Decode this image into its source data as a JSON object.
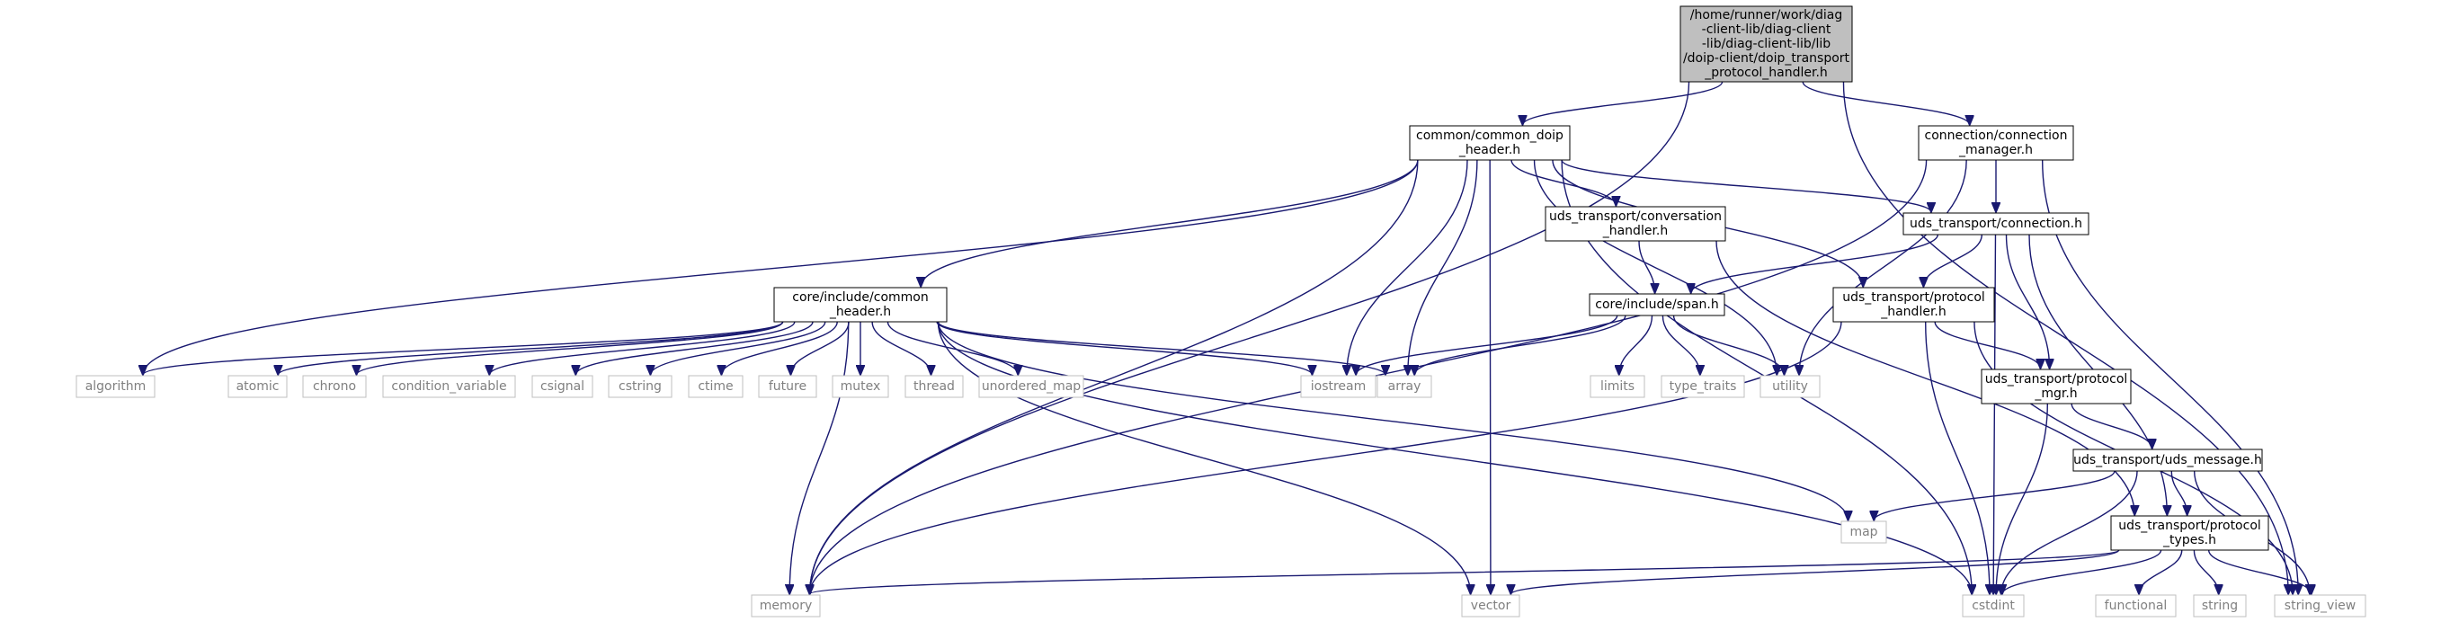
{
  "nodes": [
    {
      "id": "root",
      "lines": [
        "/home/runner/work/diag",
        "-client-lib/diag-client",
        "-lib/diag-client-lib/lib",
        "/doip-client/doip_transport",
        "_protocol_handler.h"
      ],
      "kind": "root"
    },
    {
      "id": "common_doip",
      "lines": [
        "common/common_doip",
        "_header.h"
      ],
      "kind": "local"
    },
    {
      "id": "conn_mgr",
      "lines": [
        "connection/connection",
        "_manager.h"
      ],
      "kind": "local"
    },
    {
      "id": "conversation",
      "lines": [
        "uds_transport/conversation",
        "_handler.h"
      ],
      "kind": "local"
    },
    {
      "id": "connection",
      "lines": [
        "uds_transport/connection.h"
      ],
      "kind": "local"
    },
    {
      "id": "core_common",
      "lines": [
        "core/include/common",
        "_header.h"
      ],
      "kind": "local"
    },
    {
      "id": "span",
      "lines": [
        "core/include/span.h"
      ],
      "kind": "local"
    },
    {
      "id": "proto_handler",
      "lines": [
        "uds_transport/protocol",
        "_handler.h"
      ],
      "kind": "local"
    },
    {
      "id": "proto_mgr",
      "lines": [
        "uds_transport/protocol",
        "_mgr.h"
      ],
      "kind": "local"
    },
    {
      "id": "uds_message",
      "lines": [
        "uds_transport/uds_message.h"
      ],
      "kind": "local"
    },
    {
      "id": "proto_types",
      "lines": [
        "uds_transport/protocol",
        "_types.h"
      ],
      "kind": "local"
    },
    {
      "id": "algorithm",
      "lines": [
        "algorithm"
      ],
      "kind": "system"
    },
    {
      "id": "atomic",
      "lines": [
        "atomic"
      ],
      "kind": "system"
    },
    {
      "id": "chrono",
      "lines": [
        "chrono"
      ],
      "kind": "system"
    },
    {
      "id": "condvar",
      "lines": [
        "condition_variable"
      ],
      "kind": "system"
    },
    {
      "id": "csignal",
      "lines": [
        "csignal"
      ],
      "kind": "system"
    },
    {
      "id": "cstring",
      "lines": [
        "cstring"
      ],
      "kind": "system"
    },
    {
      "id": "ctime",
      "lines": [
        "ctime"
      ],
      "kind": "system"
    },
    {
      "id": "future",
      "lines": [
        "future"
      ],
      "kind": "system"
    },
    {
      "id": "mutex",
      "lines": [
        "mutex"
      ],
      "kind": "system"
    },
    {
      "id": "thread",
      "lines": [
        "thread"
      ],
      "kind": "system"
    },
    {
      "id": "unordered_map",
      "lines": [
        "unordered_map"
      ],
      "kind": "system"
    },
    {
      "id": "iostream",
      "lines": [
        "iostream"
      ],
      "kind": "system"
    },
    {
      "id": "array",
      "lines": [
        "array"
      ],
      "kind": "system"
    },
    {
      "id": "limits",
      "lines": [
        "limits"
      ],
      "kind": "system"
    },
    {
      "id": "type_traits",
      "lines": [
        "type_traits"
      ],
      "kind": "system"
    },
    {
      "id": "utility",
      "lines": [
        "utility"
      ],
      "kind": "system"
    },
    {
      "id": "map",
      "lines": [
        "map"
      ],
      "kind": "system"
    },
    {
      "id": "memory",
      "lines": [
        "memory"
      ],
      "kind": "system"
    },
    {
      "id": "vector",
      "lines": [
        "vector"
      ],
      "kind": "system"
    },
    {
      "id": "cstdint",
      "lines": [
        "cstdint"
      ],
      "kind": "system"
    },
    {
      "id": "functional",
      "lines": [
        "functional"
      ],
      "kind": "system"
    },
    {
      "id": "string",
      "lines": [
        "string"
      ],
      "kind": "system"
    },
    {
      "id": "string_view",
      "lines": [
        "string_view"
      ],
      "kind": "system"
    }
  ],
  "edges": [
    [
      "root",
      "common_doip"
    ],
    [
      "root",
      "conn_mgr"
    ],
    [
      "root",
      "memory"
    ],
    [
      "root",
      "string_view"
    ],
    [
      "common_doip",
      "conversation"
    ],
    [
      "common_doip",
      "connection"
    ],
    [
      "common_doip",
      "proto_handler"
    ],
    [
      "common_doip",
      "core_common"
    ],
    [
      "common_doip",
      "algorithm"
    ],
    [
      "common_doip",
      "memory"
    ],
    [
      "common_doip",
      "iostream"
    ],
    [
      "common_doip",
      "array"
    ],
    [
      "common_doip",
      "vector"
    ],
    [
      "common_doip",
      "cstdint"
    ],
    [
      "common_doip",
      "utility"
    ],
    [
      "conn_mgr",
      "connection"
    ],
    [
      "conn_mgr",
      "utility"
    ],
    [
      "conn_mgr",
      "string_view"
    ],
    [
      "conn_mgr",
      "memory"
    ],
    [
      "conversation",
      "span"
    ],
    [
      "conversation",
      "proto_types"
    ],
    [
      "connection",
      "span"
    ],
    [
      "connection",
      "proto_handler"
    ],
    [
      "connection",
      "proto_mgr"
    ],
    [
      "connection",
      "proto_types"
    ],
    [
      "connection",
      "cstdint"
    ],
    [
      "core_common",
      "algorithm"
    ],
    [
      "core_common",
      "atomic"
    ],
    [
      "core_common",
      "chrono"
    ],
    [
      "core_common",
      "condvar"
    ],
    [
      "core_common",
      "csignal"
    ],
    [
      "core_common",
      "cstring"
    ],
    [
      "core_common",
      "ctime"
    ],
    [
      "core_common",
      "future"
    ],
    [
      "core_common",
      "mutex"
    ],
    [
      "core_common",
      "thread"
    ],
    [
      "core_common",
      "unordered_map"
    ],
    [
      "core_common",
      "iostream"
    ],
    [
      "core_common",
      "array"
    ],
    [
      "core_common",
      "map"
    ],
    [
      "core_common",
      "memory"
    ],
    [
      "core_common",
      "vector"
    ],
    [
      "core_common",
      "cstdint"
    ],
    [
      "span",
      "iostream"
    ],
    [
      "span",
      "array"
    ],
    [
      "span",
      "limits"
    ],
    [
      "span",
      "type_traits"
    ],
    [
      "span",
      "utility"
    ],
    [
      "proto_handler",
      "proto_mgr"
    ],
    [
      "proto_handler",
      "memory"
    ],
    [
      "proto_handler",
      "cstdint"
    ],
    [
      "proto_handler",
      "string_view"
    ],
    [
      "proto_mgr",
      "uds_message"
    ],
    [
      "proto_mgr",
      "cstdint"
    ],
    [
      "uds_message",
      "map"
    ],
    [
      "uds_message",
      "proto_types"
    ],
    [
      "uds_message",
      "cstdint"
    ],
    [
      "uds_message",
      "string_view"
    ],
    [
      "proto_types",
      "memory"
    ],
    [
      "proto_types",
      "vector"
    ],
    [
      "proto_types",
      "cstdint"
    ],
    [
      "proto_types",
      "functional"
    ],
    [
      "proto_types",
      "string"
    ],
    [
      "proto_types",
      "string_view"
    ]
  ]
}
